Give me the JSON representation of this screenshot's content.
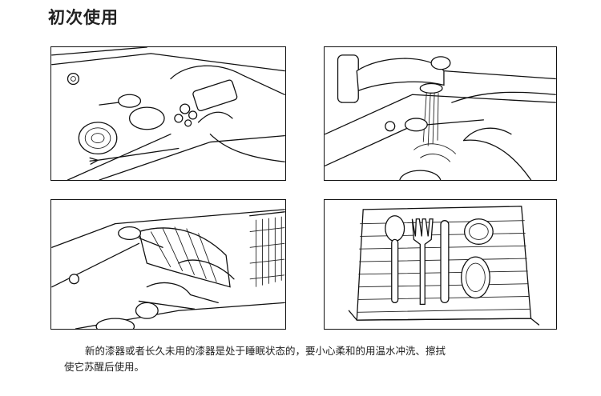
{
  "page": {
    "title": "初次使用",
    "caption_line1": "新的漆器或者长久未用的漆器是处于睡眠状态的，要小心柔和的用温水冲洗、擦拭",
    "caption_line2": "使它苏醒后使用。"
  },
  "panels": [
    {
      "id": "panel-1",
      "icons": [
        "sink-drain-icon",
        "sponge-icon",
        "hand-icon",
        "spoon-icon",
        "fork-icon",
        "bowl-icon"
      ]
    },
    {
      "id": "panel-2",
      "icons": [
        "faucet-icon",
        "water-stream-icon",
        "hand-icon",
        "spoon-icon"
      ]
    },
    {
      "id": "panel-3",
      "icons": [
        "sink-icon",
        "towel-icon",
        "hand-icon",
        "spoon-icon",
        "fork-icon",
        "dish-rack-icon"
      ]
    },
    {
      "id": "panel-4",
      "icons": [
        "striped-towel-icon",
        "spoon-icon",
        "fork-icon",
        "chopstick-icon",
        "bowl-icon"
      ]
    }
  ]
}
